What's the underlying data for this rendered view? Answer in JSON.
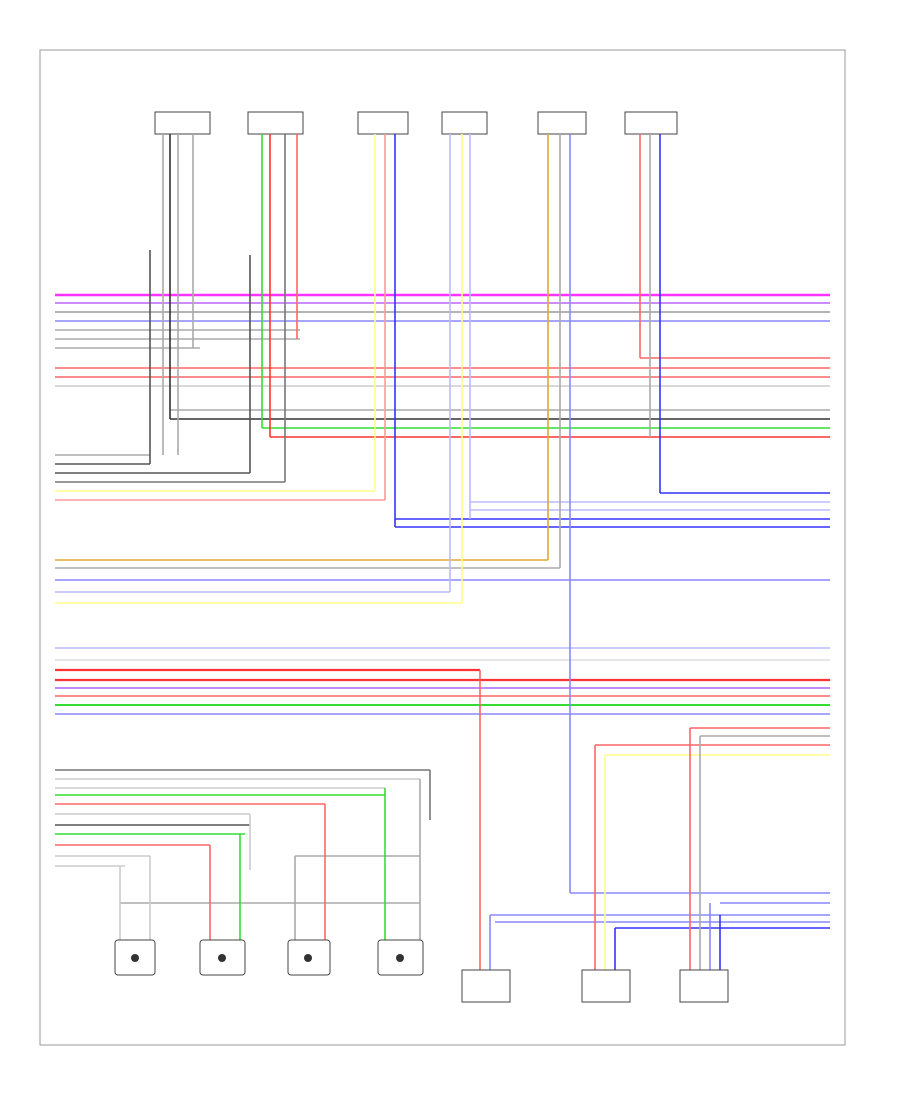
{
  "diagram": {
    "title": "",
    "footer_code": "",
    "colors": {
      "pink": "#ff33ff",
      "violet": "#bb66ff",
      "grey": "#9a9a9a",
      "black": "#333333",
      "blue": "#3333ff",
      "red": "#ff3333",
      "green": "#33dd33",
      "yellow": "#ffff66",
      "orange": "#ddaa33",
      "lightgrey": "#cccccc",
      "lightblue": "#8888ff"
    },
    "connectors_top": [
      {
        "id": "top-1",
        "lines": [
          "",
          "",
          "",
          ""
        ]
      },
      {
        "id": "top-2",
        "lines": [
          "",
          "",
          "",
          ""
        ]
      },
      {
        "id": "top-3",
        "lines": [
          "",
          "",
          "",
          ""
        ]
      },
      {
        "id": "top-4",
        "lines": [
          "",
          "",
          "",
          ""
        ]
      },
      {
        "id": "top-5",
        "lines": [
          "",
          "",
          "",
          ""
        ]
      },
      {
        "id": "top-6",
        "lines": [
          "",
          "",
          "",
          ""
        ]
      }
    ],
    "sensors_bottom": [
      {
        "id": "sensor-1",
        "lines": [
          "",
          "",
          "",
          "",
          ""
        ]
      },
      {
        "id": "sensor-2",
        "lines": [
          "",
          "",
          "",
          "",
          ""
        ]
      },
      {
        "id": "sensor-3",
        "lines": [
          "",
          "",
          "",
          "",
          ""
        ]
      },
      {
        "id": "sensor-4",
        "lines": [
          "",
          "",
          "",
          "",
          ""
        ]
      },
      {
        "id": "module-1",
        "lines": [
          "",
          "",
          "",
          "",
          ""
        ]
      },
      {
        "id": "module-2",
        "lines": [
          "",
          "",
          "",
          "",
          ""
        ]
      },
      {
        "id": "module-3",
        "lines": [
          "",
          "",
          "",
          "",
          ""
        ]
      }
    ]
  }
}
